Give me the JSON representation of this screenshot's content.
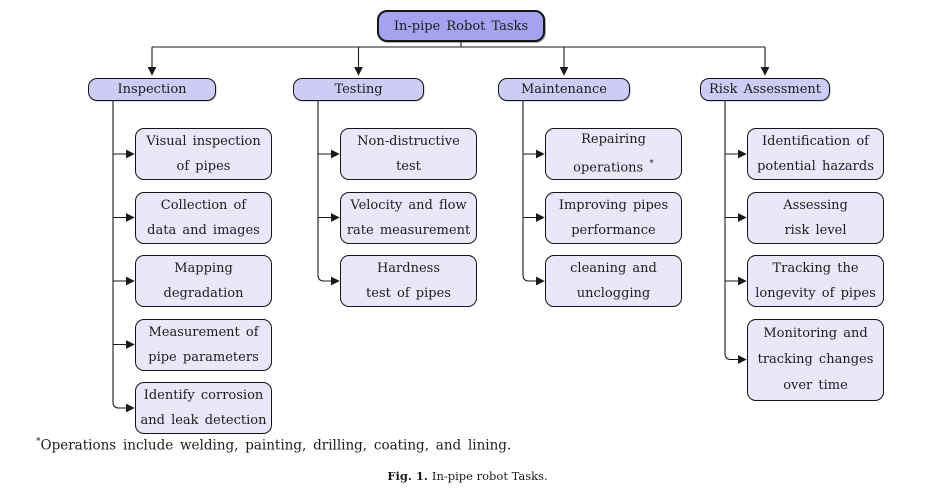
{
  "figure": {
    "root": {
      "label": "In-pipe Robot Tasks"
    },
    "branches": [
      {
        "label": "Inspection",
        "children": [
          {
            "lines": [
              "Visual inspection",
              "of pipes"
            ]
          },
          {
            "lines": [
              "Collection of",
              "data and images"
            ]
          },
          {
            "lines": [
              "Mapping",
              "degradation"
            ]
          },
          {
            "lines": [
              "Measurement of",
              "pipe parameters"
            ]
          },
          {
            "lines": [
              "Identify corrosion",
              "and leak detection"
            ]
          }
        ]
      },
      {
        "label": "Testing",
        "children": [
          {
            "lines": [
              "Non-distructive",
              "test"
            ]
          },
          {
            "lines": [
              "Velocity and flow",
              "rate measurement"
            ]
          },
          {
            "lines": [
              "Hardness",
              "test of pipes"
            ]
          }
        ]
      },
      {
        "label": "Maintenance",
        "children": [
          {
            "lines": [
              "Repairing",
              "operations *"
            ]
          },
          {
            "lines": [
              "Improving pipes",
              "performance"
            ]
          },
          {
            "lines": [
              "cleaning and",
              "unclogging"
            ]
          }
        ]
      },
      {
        "label": "Risk Assessment",
        "children": [
          {
            "lines": [
              "Identification of",
              "potential hazards"
            ]
          },
          {
            "lines": [
              "Assessing",
              "risk level"
            ]
          },
          {
            "lines": [
              "Tracking the",
              "longevity of pipes"
            ]
          },
          {
            "lines": [
              "Monitoring and",
              "tracking changes",
              "over time"
            ]
          }
        ]
      }
    ],
    "footnote": {
      "marker": "*",
      "text": "Operations include welding, painting, drilling, coating, and lining."
    },
    "caption": {
      "label": "Fig. 1.",
      "text": "In-pipe robot Tasks."
    },
    "colors": {
      "root_fill": "#a3a3f0",
      "branch_fill": "#ccccf5",
      "child_fill": "#e8e8fa",
      "line": "#1a1a1a"
    }
  }
}
